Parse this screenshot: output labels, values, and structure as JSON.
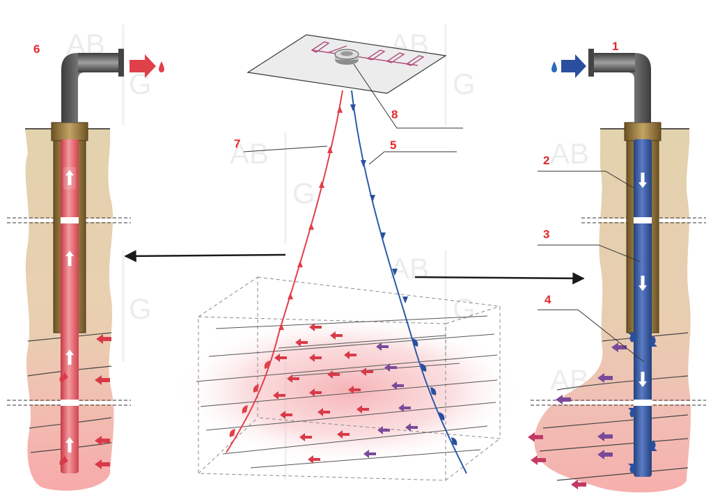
{
  "labels": {
    "n1": "1",
    "n2": "2",
    "n3": "3",
    "n4": "4",
    "n5": "5",
    "n6": "6",
    "n7": "7",
    "n8": "8"
  },
  "watermark": {
    "top": "AB",
    "bottom": "G"
  },
  "colors": {
    "hot": "#e0404a",
    "cold": "#2a4f9e",
    "soil": "#e2d0ad",
    "soil_warm": "#f2bcbc",
    "pipe_metal": "#5f5f5f",
    "casing": "#8a6e35",
    "fracture_purple": "#7a4a9a",
    "label_red": "#e3262b"
  },
  "icons": {
    "flow_up": "arrow-up-icon",
    "flow_down": "arrow-down-icon",
    "droplet": "droplet-icon",
    "outflow": "arrow-right-icon",
    "inflow": "arrow-right-icon"
  }
}
